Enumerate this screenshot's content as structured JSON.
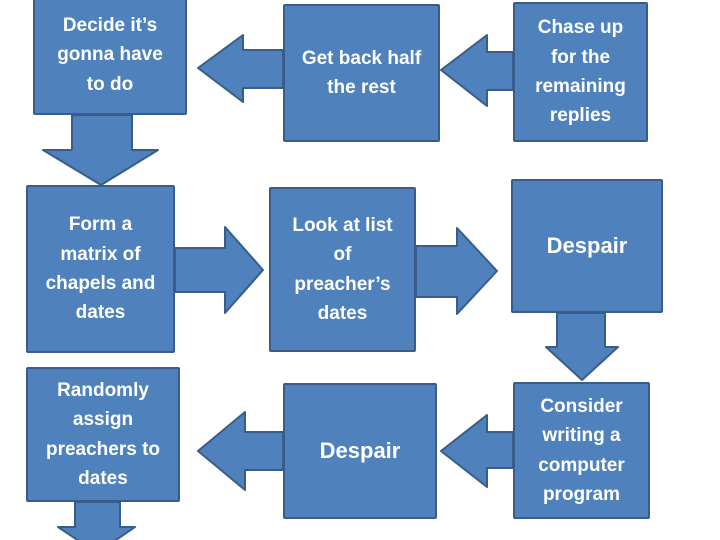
{
  "diagram": {
    "type": "flowchart",
    "background": "#ffffff",
    "theme": {
      "node_fill": "#4f81bd",
      "node_border": "#385d8a",
      "text_color": "#ffffff"
    },
    "nodes": [
      {
        "id": "decide",
        "label": "Decide it’s\ngonna have\nto do"
      },
      {
        "id": "get-back-half",
        "label": "Get back half\nthe rest"
      },
      {
        "id": "chase-up",
        "label": "Chase up\nfor the\nremaining\nreplies"
      },
      {
        "id": "form-matrix",
        "label": "Form a\nmatrix of\nchapels and\ndates"
      },
      {
        "id": "look-at-list",
        "label": "Look at list\nof\npreacher’s\ndates"
      },
      {
        "id": "despair-1",
        "label": "Despair"
      },
      {
        "id": "randomly-assign",
        "label": "Randomly\nassign\npreachers to\ndates"
      },
      {
        "id": "despair-2",
        "label": "Despair"
      },
      {
        "id": "consider-program",
        "label": "Consider\nwriting a\ncomputer\nprogram"
      }
    ],
    "connectors": [
      {
        "from": "chase-up",
        "to": "get-back-half",
        "direction": "left"
      },
      {
        "from": "get-back-half",
        "to": "decide",
        "direction": "left"
      },
      {
        "from": "decide",
        "to": "form-matrix",
        "direction": "down"
      },
      {
        "from": "form-matrix",
        "to": "look-at-list",
        "direction": "right"
      },
      {
        "from": "look-at-list",
        "to": "despair-1",
        "direction": "right"
      },
      {
        "from": "despair-1",
        "to": "consider-program",
        "direction": "down"
      },
      {
        "from": "consider-program",
        "to": "despair-2",
        "direction": "left"
      },
      {
        "from": "despair-2",
        "to": "randomly-assign",
        "direction": "left"
      },
      {
        "from": "randomly-assign",
        "to": "offscreen-bottom",
        "direction": "down"
      }
    ]
  }
}
